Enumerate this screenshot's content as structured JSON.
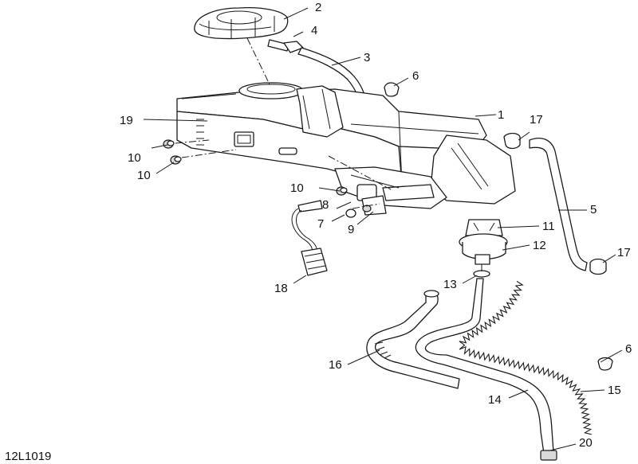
{
  "reference_code": "12L1019",
  "callouts": {
    "c1": "1",
    "c2": "2",
    "c3": "3",
    "c4": "4",
    "c5": "5",
    "c6a": "6",
    "c6b": "6",
    "c7": "7",
    "c8": "8",
    "c9": "9",
    "c10a": "10",
    "c10b": "10",
    "c10c": "10",
    "c11": "11",
    "c12": "12",
    "c13": "13",
    "c14": "14",
    "c15": "15",
    "c16": "16",
    "c17a": "17",
    "c17b": "17",
    "c18": "18",
    "c19": "19",
    "c20": "20"
  }
}
